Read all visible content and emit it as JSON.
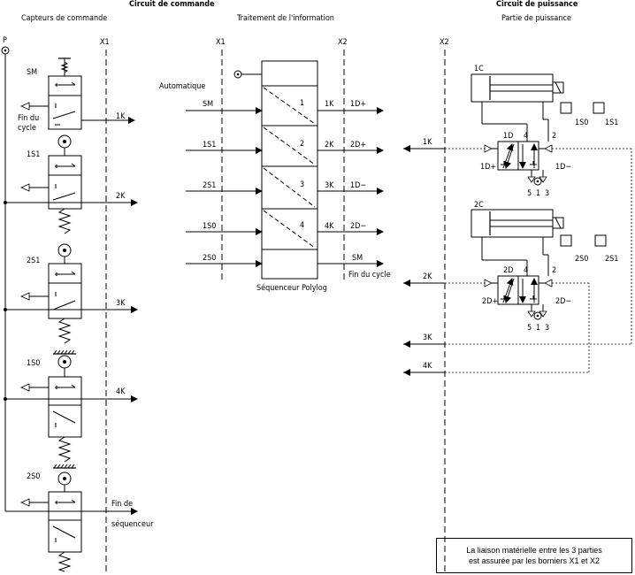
{
  "titles": {
    "circuit_commande": "Circuit de commande",
    "circuit_puissance": "Circuit de puissance",
    "capteurs": "Capteurs de commande",
    "traitement": "Traitement de l'information",
    "partie_puissance": "Partie de puissance"
  },
  "borniers": {
    "x1": "X1",
    "x2": "X2"
  },
  "supply": "P",
  "sensors": {
    "sm": "SM",
    "s1s1": "1S1",
    "s2s1": "2S1",
    "s1s0": "1S0",
    "s2s0": "2S0",
    "fin_cycle_1": "Fin du",
    "fin_cycle_2": "cycle",
    "fin_seq_1": "Fin de",
    "fin_seq_2": "séquenceur"
  },
  "signals": {
    "k1": "1K",
    "k2": "2K",
    "k3": "3K",
    "k4": "4K"
  },
  "sequencer": {
    "automatique": "Automatique",
    "label": "Séquenceur Polylog",
    "steps": [
      "1",
      "2",
      "3",
      "4"
    ],
    "inputs": [
      "SM",
      "1S1",
      "2S1",
      "1S0",
      "2S0"
    ],
    "k_outputs": [
      "1K",
      "2K",
      "3K",
      "4K"
    ],
    "d_outputs": [
      "1D+",
      "2D+",
      "1D−",
      "2D−"
    ],
    "sm_out": "SM",
    "fin_du_cycle": "Fin du cycle"
  },
  "power": {
    "c1": "1C",
    "c2": "2C",
    "d1": "1D",
    "d2": "2D",
    "d1p": "1D+",
    "d1m": "1D−",
    "d2p": "2D+",
    "d2m": "2D−",
    "port4": "4",
    "port2": "2",
    "port5": "5",
    "port1": "1",
    "port3": "3",
    "s1s0": "1S0",
    "s1s1": "1S1",
    "s2s0": "2S0",
    "s2s1": "2S1",
    "k1": "1K",
    "k2": "2K",
    "k3": "3K",
    "k4": "4K"
  },
  "note": {
    "line1": "La liaison matérielle entre les 3 parties",
    "line2": "est assurée par les borniers X1 et X2"
  }
}
